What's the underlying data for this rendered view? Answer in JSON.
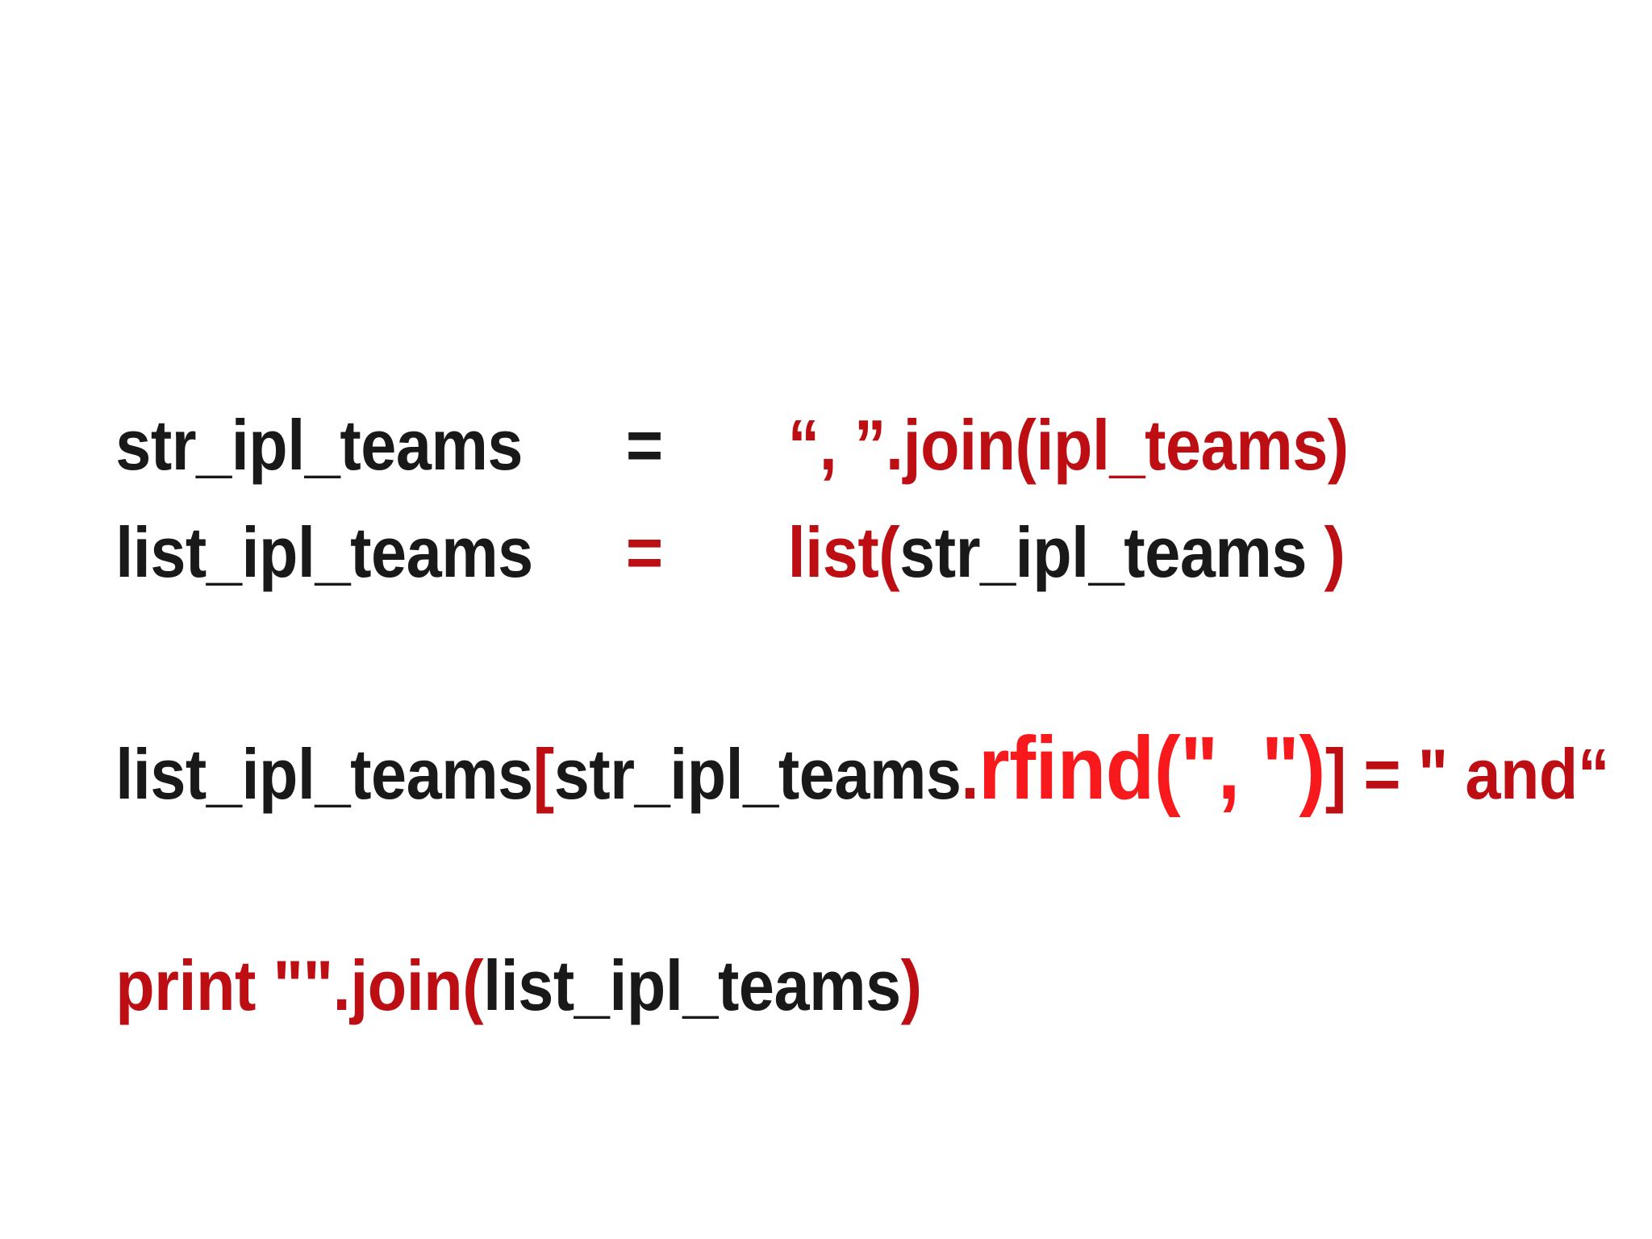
{
  "colors": {
    "background": "#ffffff",
    "black": "#191919",
    "dark_red": "#bc0e13",
    "bright_red": "#f8191c"
  },
  "code": {
    "line1": {
      "variable": "str_ipl_teams",
      "equals": "=",
      "expression": "“, ”.join(ipl_teams)"
    },
    "line2": {
      "variable": "list_ipl_teams",
      "equals": "=",
      "func_open": "list(",
      "argument": "str_ipl_teams ",
      "paren_close": ")"
    },
    "line3": {
      "list_var": "list_ipl_teams",
      "bracket_open": "[",
      "str_var": "str_ipl_teams",
      "dot": ".",
      "rfind_call": "rfind(\", \")",
      "bracket_close": "]",
      "assignment": " = \" and“"
    },
    "line4": {
      "print_call": "print \"\".join(",
      "argument": "list_ipl_teams",
      "paren_close": ")"
    }
  }
}
